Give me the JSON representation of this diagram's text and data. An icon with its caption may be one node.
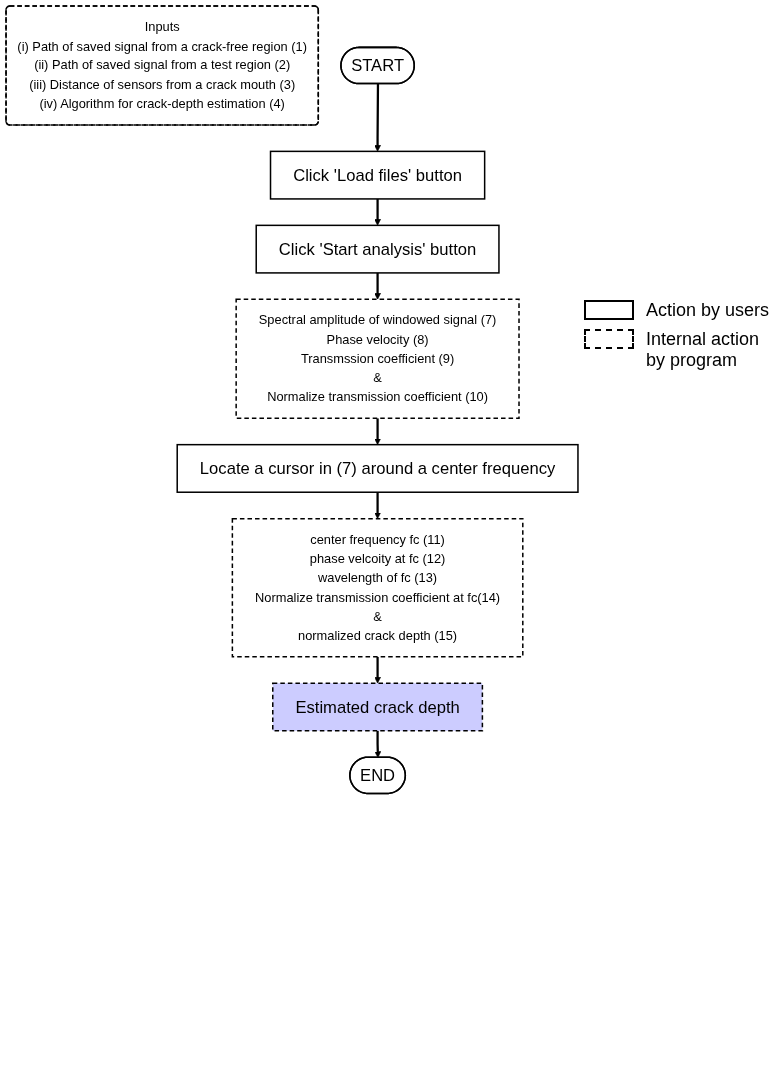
{
  "diagram": {
    "nodes": [
      {
        "text": [
          "Inputs",
          "(i) Path of saved signal from a crack-free region (1)",
          "(ii) Path of saved signal from a test region (2)",
          "(iii) Distance of sensors from a crack mouth (3)",
          "(iv) Algorithm for crack-depth estimation (4)"
        ]
      },
      {
        "text": [
          "START"
        ]
      },
      {
        "text": [
          "Click 'Load files' button"
        ]
      },
      {
        "text": [
          "Click 'Start analysis' button"
        ]
      },
      {
        "text": [
          "Spectral amplitude of windowed signal (7)",
          "Phase velocity (8)",
          "Transmssion coefficient (9)",
          "&",
          "Normalize transmission coefficient (10)"
        ]
      },
      {
        "text": [
          "Locate a cursor in (7) around a center frequency"
        ]
      },
      {
        "text": [
          "center frequency fc (11)",
          "phase velcoity at fc (12)",
          "wavelength of fc (13)",
          "Normalize transmission coefficient at fc(14)",
          "&",
          "normalized crack depth (15)"
        ]
      },
      {
        "text": [
          "Estimated crack depth"
        ]
      },
      {
        "text": [
          "END"
        ]
      }
    ],
    "edges": [
      {
        "from": 1,
        "to": 2,
        "arrow": "to"
      },
      {
        "from": 2,
        "to": 3,
        "arrow": "to"
      },
      {
        "from": 3,
        "to": 4,
        "arrow": "to"
      },
      {
        "from": 4,
        "to": 5,
        "arrow": "to"
      },
      {
        "from": 5,
        "to": 6,
        "arrow": "to"
      },
      {
        "from": 6,
        "to": 7,
        "arrow": "to"
      },
      {
        "from": 7,
        "to": 8,
        "arrow": "to"
      }
    ],
    "legend": [
      {
        "text": "Action by users"
      },
      {
        "text": "Internal action by program"
      }
    ]
  }
}
